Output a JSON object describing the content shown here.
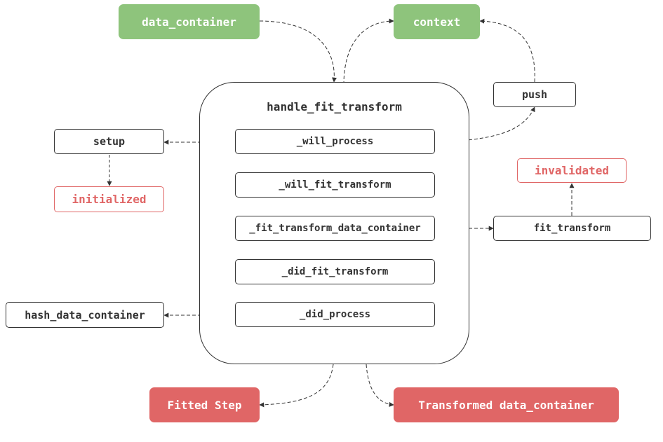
{
  "diagram": {
    "container": {
      "title": "handle_fit_transform"
    },
    "steps": [
      "_will_process",
      "_will_fit_transform",
      "_fit_transform_data_container",
      "_did_fit_transform",
      "_did_process"
    ],
    "inputs": {
      "data_container": "data_container",
      "context": "context"
    },
    "side": {
      "push": "push",
      "setup": "setup",
      "initialized": "initialized",
      "invalidated": "invalidated",
      "fit_transform": "fit_transform",
      "hash_data_container": "hash_data_container"
    },
    "outputs": {
      "fitted_step": "Fitted Step",
      "transformed_data_container": "Transformed data_container"
    },
    "colors": {
      "green": "#8ec47c",
      "red": "#e06666",
      "stroke": "#333333"
    }
  }
}
